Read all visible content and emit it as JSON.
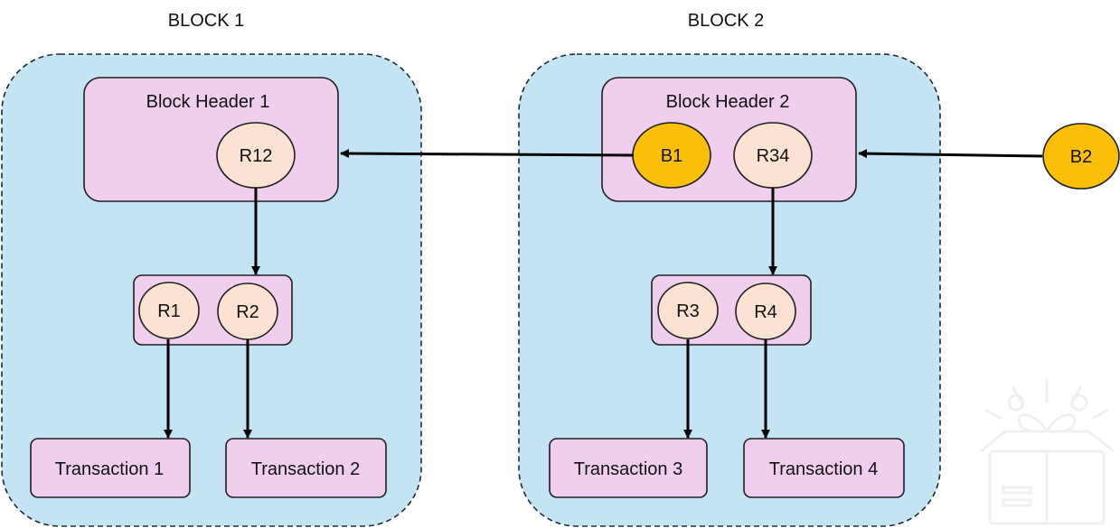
{
  "blocks": [
    {
      "title": "BLOCK 1",
      "header": {
        "title": "Block Header 1",
        "root": "R12"
      },
      "nodes": [
        "R1",
        "R2"
      ],
      "transactions": [
        "Transaction 1",
        "Transaction 2"
      ]
    },
    {
      "title": "BLOCK 2",
      "header": {
        "title": "Block Header 2",
        "prev_hash": "B1",
        "root": "R34"
      },
      "nodes": [
        "R3",
        "R4"
      ],
      "transactions": [
        "Transaction 3",
        "Transaction 4"
      ]
    }
  ],
  "external_hash": "B2",
  "colors": {
    "block_fill": "#c5e4f3",
    "block_border": "#1f2a36",
    "header_fill": "#f0cfee",
    "node_fill": "#fbe2d3",
    "hash_fill": "#fbbf09",
    "edge": "#000000"
  },
  "watermark_icon": "gift-box-icon"
}
